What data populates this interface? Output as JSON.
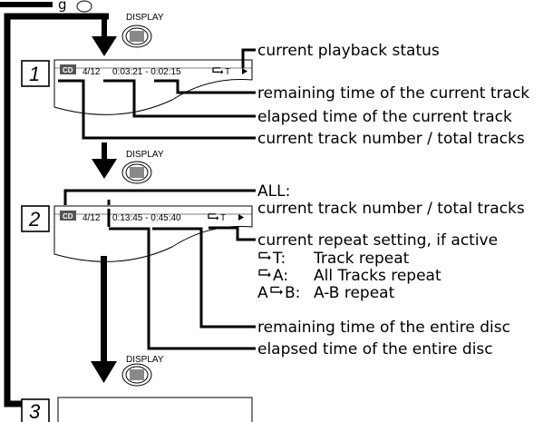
{
  "header": {
    "fragment_text": "g"
  },
  "buttons": {
    "display_label": "DISPLAY"
  },
  "steps": [
    "1",
    "2",
    "3"
  ],
  "screen1": {
    "badge": "CD",
    "track": "4/12",
    "time": "0:03:21 - 0:02:15",
    "repeat": "T",
    "play_icon": "play-icon"
  },
  "screen2": {
    "badge": "CD",
    "track": "4/12",
    "time": "0:13:45 - 0:45:40",
    "repeat": "T",
    "play_icon": "play-icon"
  },
  "labels1": {
    "status": "current playback status",
    "remaining_track": "remaining time of the current track",
    "elapsed_track": "elapsed time of the current track",
    "track_total": "current track number / total tracks"
  },
  "labels2": {
    "all": "ALL:",
    "track_total": "current track number / total tracks",
    "repeat_setting": "current repeat setting, if active",
    "repeat_t_key": "T:",
    "repeat_t_desc": "Track repeat",
    "repeat_a_key": "A:",
    "repeat_a_desc": "All Tracks repeat",
    "repeat_ab_prefix": "A",
    "repeat_ab_key": "B:",
    "repeat_ab_desc": "A-B repeat",
    "remaining_disc": "remaining time of the entire disc",
    "elapsed_disc": "elapsed time of the entire disc"
  },
  "colors": {
    "ink": "#000000",
    "button_face": "#888888"
  }
}
